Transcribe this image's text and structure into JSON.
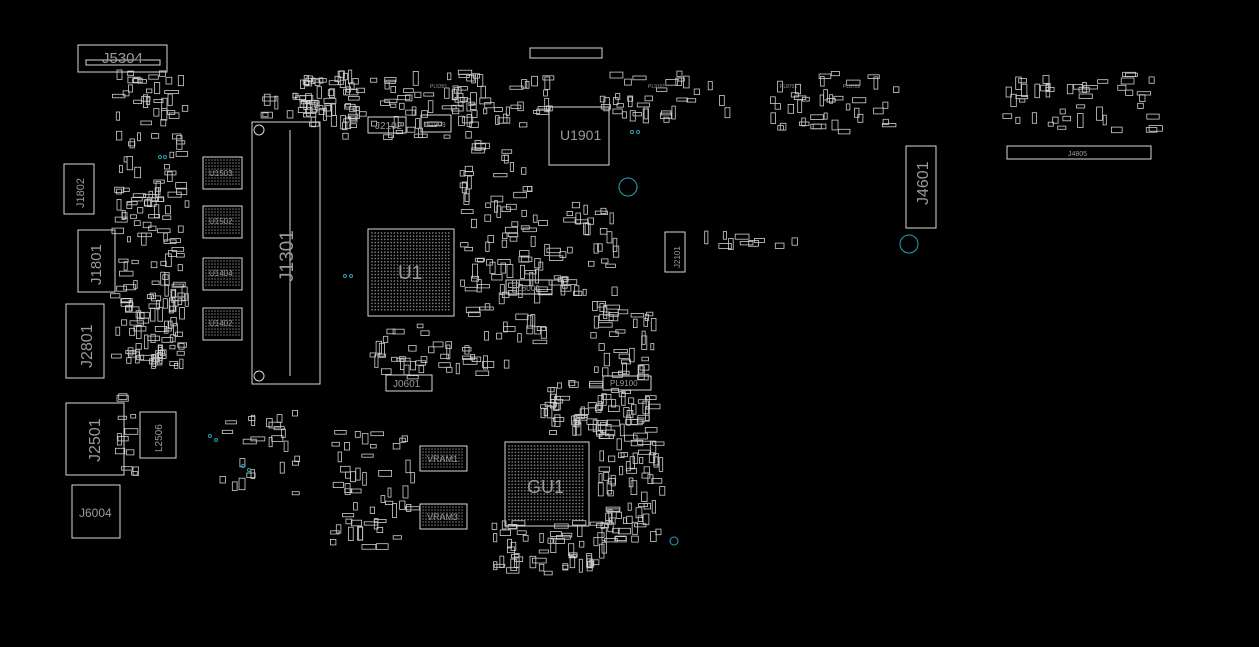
{
  "viewer": {
    "background": "#000000",
    "outline_color": "#d8d8d8",
    "label_color": "#9a9a9a",
    "testpoint_color": "#2a9fb8"
  },
  "labels": {
    "j5304": "J5304",
    "j1802": "J1802",
    "j1801": "J1801",
    "j2801": "J2801",
    "j2501": "J2501",
    "l2506": "L2506",
    "j6004": "J6004",
    "u1503": "U1503",
    "u1502": "U1502",
    "u1404": "U1404",
    "u1402": "U1402",
    "j1301": "J1301",
    "j2102": "J2102",
    "u1903": "U1903",
    "u1": "U1",
    "j0601": "J0601",
    "vram1": "VRAM1",
    "vram3": "VRAM3",
    "gu1": "GU1",
    "u1901": "U1901",
    "pl8000": "PL8000",
    "pl9100": "PL9100",
    "j2101": "J2101",
    "j4601": "J4601",
    "j4805": "J4805",
    "pl5301": "PL5301",
    "pl9101": "PL9101",
    "pl8701": "PL8701",
    "pl8702": "PL8702"
  }
}
